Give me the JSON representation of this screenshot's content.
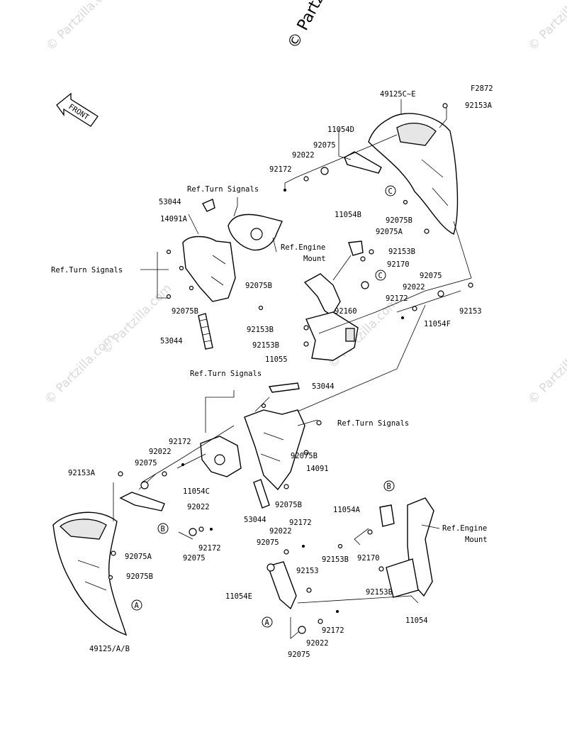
{
  "watermark": {
    "main": "© Partzilla.com",
    "repeat": "© Partzilla.com"
  },
  "figure_code": "F2872",
  "front_label": "FRONT",
  "callouts": {
    "p49125CE": "49125C~E",
    "p92153A_top": "92153A",
    "p11054D": "11054D",
    "p92075_top": "92075",
    "p92022_top": "92022",
    "p92172_top": "92172",
    "ref_turn_top": "Ref.Turn Signals",
    "p53044_a": "53044",
    "p14091A": "14091A",
    "ref_turn_left": "Ref.Turn Signals",
    "p92075B_a": "92075B",
    "p92075B_b": "92075B",
    "p53044_b": "53044",
    "p11054B": "11054B",
    "ref_engine_mount_top": "Ref.Engine\nMount",
    "p92153B_a": "92153B",
    "p92170_a": "92170",
    "c_circle_a": "C",
    "p92075B_c": "92075B",
    "p92075A_a": "92075A",
    "c_circle_b": "C",
    "p92160": "92160",
    "p92172_r": "92172",
    "p92022_r": "92022",
    "p92075_r": "92075",
    "p92153_r": "92153",
    "p11054F": "11054F",
    "p92153B_b": "92153B",
    "p92153B_c": "92153B",
    "p11055": "11055",
    "ref_turn_mid": "Ref.Turn Signals",
    "p53044_c": "53044",
    "ref_turn_mid_r": "Ref.Turn Signals",
    "p92172_m": "92172",
    "p92022_m": "92022",
    "p92075_m": "92075",
    "p92153A_m": "92153A",
    "p11054C": "11054C",
    "p92075B_d": "92075B",
    "p14091": "14091",
    "p92075B_e": "92075B",
    "p53044_d": "53044",
    "b_circle_a": "B",
    "p92022_m2": "92022",
    "p92172_m2": "92172",
    "p92075_m2": "92075",
    "p92075A_b": "92075A",
    "p92075B_f": "92075B",
    "a_circle_a": "A",
    "p49125AB": "49125/A/B",
    "b_circle_b": "B",
    "p11054A": "11054A",
    "ref_engine_mount_bot": "Ref.Engine\nMount",
    "p92172_b": "92172",
    "p92022_b": "92022",
    "p92075_b": "92075",
    "p92153B_d": "92153B",
    "p92170_b": "92170",
    "p92153_b": "92153",
    "p92153B_e": "92153B",
    "p11054E": "11054E",
    "p11054": "11054",
    "a_circle_b": "A",
    "p92172_b2": "92172",
    "p92022_b2": "92022",
    "p92075_b2": "92075"
  }
}
